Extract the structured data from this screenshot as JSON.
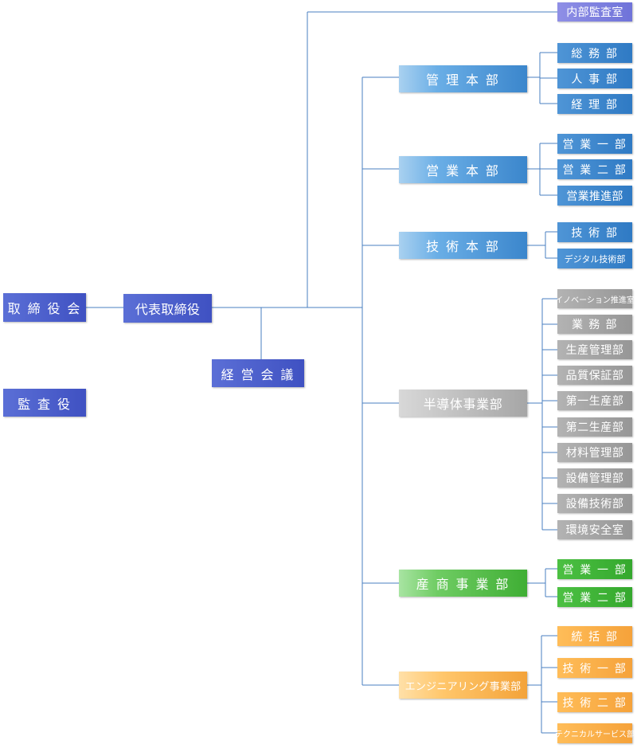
{
  "executive": {
    "board": "取 締 役 会",
    "president": "代表取締役",
    "auditor": "監 査 役",
    "council": "経 営 会 議"
  },
  "audit_office": "内部監査室",
  "divisions": [
    {
      "label": "管 理 本 部",
      "color": "#3b86cc",
      "departments": [
        "総 務 部",
        "人 事 部",
        "経 理 部"
      ]
    },
    {
      "label": "営 業 本 部",
      "color": "#3b86cc",
      "departments": [
        "営 業 一 部",
        "営 業 二 部",
        "営業推進部"
      ]
    },
    {
      "label": "技 術 本 部",
      "color": "#3b86cc",
      "departments": [
        "技 術 部",
        "デジタル技術部"
      ]
    },
    {
      "label": "半導体事業部",
      "color": "#a6a6a6",
      "departments": [
        "イノベーション推進室",
        "業 務 部",
        "生産管理部",
        "品質保証部",
        "第一生産部",
        "第二生産部",
        "材料管理部",
        "設備管理部",
        "設備技術部",
        "環境安全室"
      ]
    },
    {
      "label": "産 商 事 業 部",
      "color": "#3fae34",
      "departments": [
        "営 業 一 部",
        "営 業 二 部"
      ]
    },
    {
      "label": "エンジニアリング事業部",
      "color": "#f3a33a",
      "departments": [
        "統 括 部",
        "技 術 一 部",
        "技 術 二 部",
        "テクニカルサービス部"
      ]
    }
  ]
}
